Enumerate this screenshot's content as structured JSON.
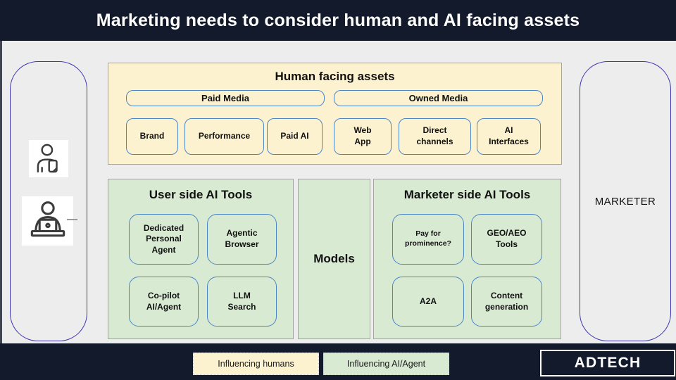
{
  "title": "Marketing needs to consider human and AI facing assets",
  "actors": {
    "left_icons": [
      "person-with-tablet",
      "person-at-laptop"
    ],
    "marketer_label": "MARKETER"
  },
  "human_assets": {
    "title": "Human facing assets",
    "paid_media_label": "Paid Media",
    "owned_media_label": "Owned Media",
    "paid_chips": [
      "Brand",
      "Performance",
      "Paid AI"
    ],
    "owned_chips": [
      "Web\nApp",
      "Direct\nchannels",
      "AI\nInterfaces"
    ]
  },
  "user_tools": {
    "title": "User side AI Tools",
    "chips": [
      "Dedicated\nPersonal\nAgent",
      "Agentic\nBrowser",
      "Co-pilot\nAI/Agent",
      "LLM\nSearch"
    ]
  },
  "models": {
    "title": "Models"
  },
  "marketer_tools": {
    "title": "Marketer side AI Tools",
    "chips": [
      "Pay for\nprominence?",
      "GEO/AEO\nTools",
      "A2A",
      "Content\ngeneration"
    ]
  },
  "legend": {
    "humans": "Influencing humans",
    "ai": "Influencing AI/Agent"
  },
  "footer": {
    "brand": "ADTECH"
  },
  "colors": {
    "navy": "#121a2c",
    "content_bg": "#ededed",
    "yellow_fill": "#fdf2cf",
    "green_fill": "#d9ead3",
    "blue_border": "#4a86c6",
    "gray_border": "#a3a3a3",
    "panel_border": "#3d36b1",
    "white": "#ffffff"
  }
}
